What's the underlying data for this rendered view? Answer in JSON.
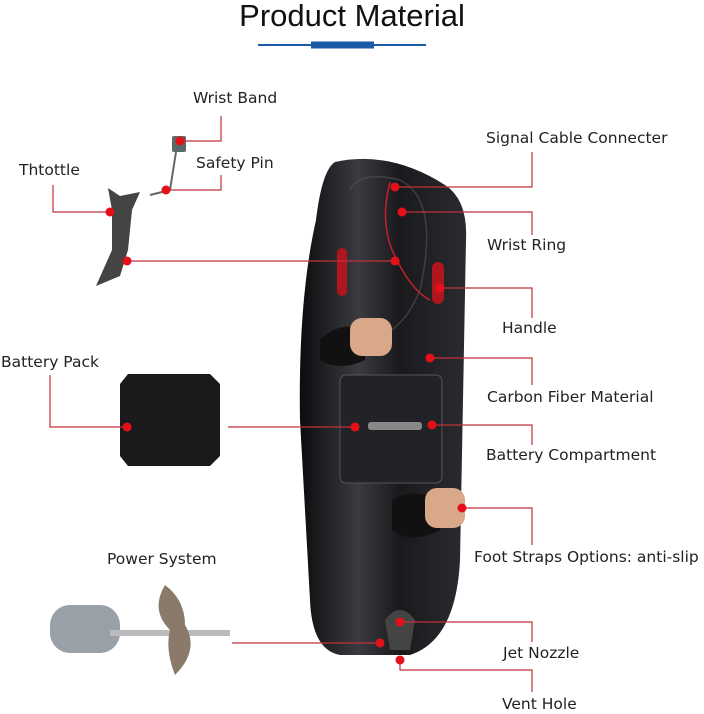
{
  "title": "Product Material",
  "accent_color": "#1a5aa6",
  "leader_color": "#c0303a",
  "dot_color": "#e3101a",
  "labels": {
    "wrist_band": "Wrist Band",
    "safety_pin": "Safety Pin",
    "throttle": "Thtottle",
    "signal_cable": "Signal Cable Connecter",
    "wrist_ring": "Wrist Ring",
    "handle": "Handle",
    "battery_pack": "Battery Pack",
    "carbon_fiber": "Carbon Fiber Material",
    "battery_compartment": "Battery Compartment",
    "power_system": "Power System",
    "foot_straps": "Foot Straps Options: anti-slip",
    "jet_nozzle": "Jet Nozzle",
    "vent_hole": "Vent Hole"
  }
}
